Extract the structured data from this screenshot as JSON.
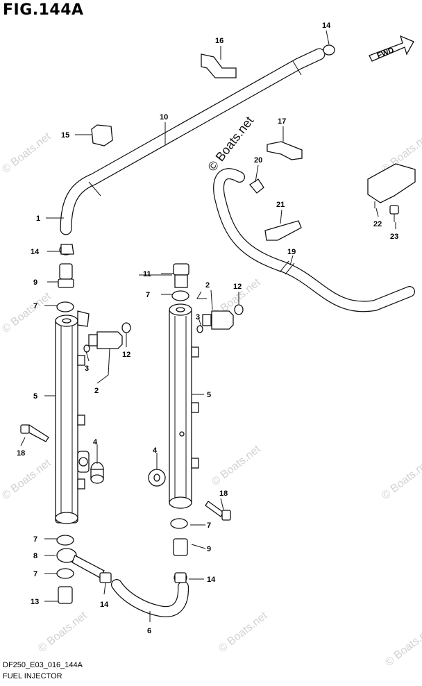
{
  "figure": {
    "title": "FIG.144A",
    "code": "DF250_E03_016_144A",
    "caption": "FUEL INJECTOR",
    "direction_label": "FWD"
  },
  "watermark": {
    "text": "© Boats.net"
  },
  "callouts": {
    "c1": "1",
    "c2a": "2",
    "c2b": "2",
    "c3a": "3",
    "c3b": "3",
    "c4a": "4",
    "c4b": "4",
    "c5a": "5",
    "c5b": "5",
    "c6": "6",
    "c7a": "7",
    "c7b": "7",
    "c7c": "7",
    "c7d": "7",
    "c7e": "7",
    "c8": "8",
    "c9a": "9",
    "c9b": "9",
    "c10": "10",
    "c11": "11",
    "c12a": "12",
    "c12b": "12",
    "c13": "13",
    "c14a": "14",
    "c14b": "14",
    "c14c": "14",
    "c14d": "14",
    "c15": "15",
    "c16": "16",
    "c17": "17",
    "c18a": "18",
    "c18b": "18",
    "c19": "19",
    "c20": "20",
    "c21": "21",
    "c22": "22",
    "c23": "23"
  }
}
